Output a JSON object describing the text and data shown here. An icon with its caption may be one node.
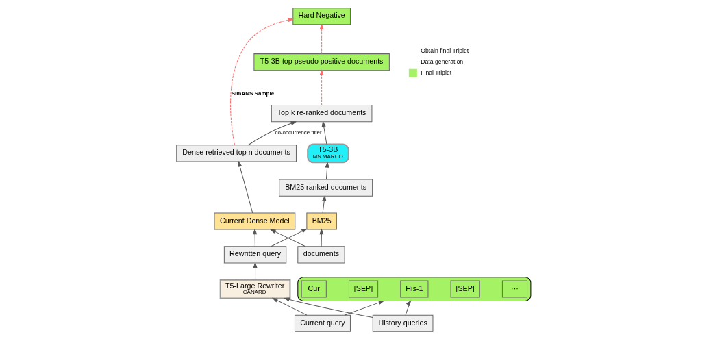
{
  "diagram": {
    "nodes": [
      {
        "text": [
          "Hard Negative"
        ]
      },
      {
        "text": [
          "Current Dense Model"
        ]
      },
      {
        "text": [
          "Dense retrieved top n documents"
        ]
      },
      {
        "text": [
          "T5-3B top pseudo positive documents"
        ]
      },
      {
        "text": [
          "T5-Large Rewriter",
          "CANARD"
        ]
      },
      {
        "text": [
          "Rewritten query"
        ]
      },
      {
        "text": [
          "documents"
        ]
      },
      {
        "text": [
          "Top k re-ranked documents"
        ]
      },
      {
        "text": [
          "Current query"
        ]
      },
      {
        "text": [
          "History queries"
        ]
      },
      {
        "text": [
          "BM25"
        ]
      },
      {
        "text": [
          "BM25 ranked documents"
        ]
      },
      {
        "text": [
          "T5-3B",
          "MS MARCO"
        ]
      },
      {
        "text": [],
        "shape": "bar"
      },
      {
        "text": [
          "Cur"
        ],
        "in": 13
      },
      {
        "text": [
          "[SEP]"
        ],
        "in": 13
      },
      {
        "text": [
          "His-1"
        ],
        "in": 13
      },
      {
        "text": [
          "[SEP]"
        ],
        "in": 13
      },
      {
        "text": [
          "···"
        ],
        "in": 13
      }
    ],
    "edges": [
      {
        "from": 8,
        "to": 4,
        "arrow": "to"
      },
      {
        "from": 9,
        "to": 4,
        "arrow": "to"
      },
      {
        "from": 8,
        "to": 13,
        "arrow": "to"
      },
      {
        "from": 9,
        "to": 13,
        "arrow": "to"
      },
      {
        "from": 4,
        "to": 5,
        "arrow": "to"
      },
      {
        "from": 5,
        "to": 1,
        "arrow": "to"
      },
      {
        "from": 6,
        "to": 1,
        "arrow": "to"
      },
      {
        "from": 5,
        "to": 10,
        "arrow": "to"
      },
      {
        "from": 6,
        "to": 10,
        "arrow": "to"
      },
      {
        "from": 1,
        "to": 2,
        "arrow": "to"
      },
      {
        "from": 10,
        "to": 11,
        "arrow": "to"
      },
      {
        "from": 11,
        "to": 12,
        "arrow": "to"
      },
      {
        "from": 12,
        "to": 7,
        "arrow": "to"
      },
      {
        "from": 2,
        "to": 7,
        "arrow": "to",
        "label": "co-occurrence filter"
      },
      {
        "from": 2,
        "to": 0,
        "arrow": "to",
        "label": "SimANS Sample",
        "style": "dashed",
        "color": "#ff6b6b"
      },
      {
        "from": 3,
        "to": 0,
        "arrow": "to",
        "style": "dashed",
        "color": "#ff6b6b"
      },
      {
        "from": 7,
        "to": 3,
        "arrow": "to",
        "style": "dashed",
        "color": "#ff6b6b"
      }
    ],
    "legend": [
      {
        "text": "Obtain final Triplet"
      },
      {
        "text": "Data generation"
      },
      {
        "text": "Final Triplet",
        "color": "#a6f265"
      }
    ]
  }
}
